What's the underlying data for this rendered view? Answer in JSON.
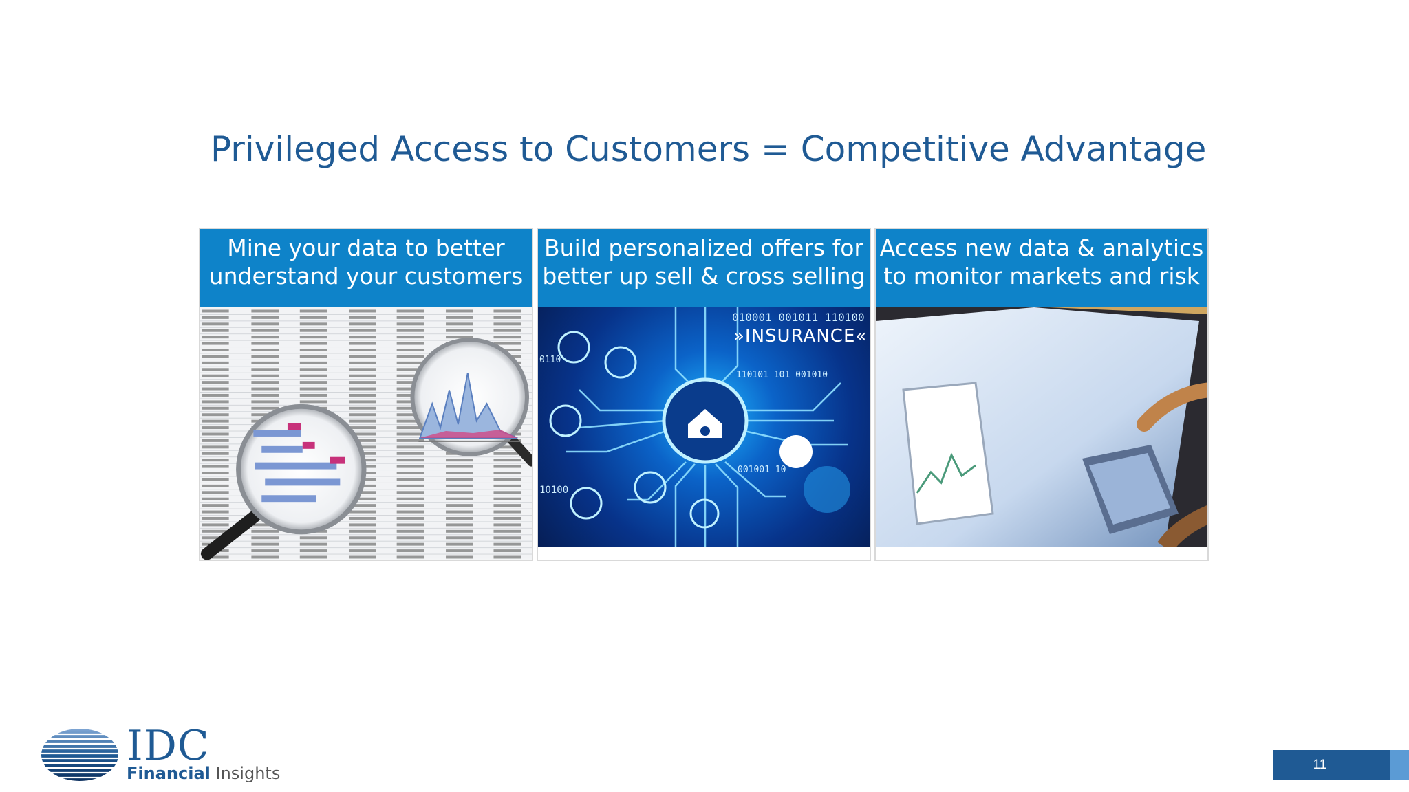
{
  "slide": {
    "title": "Privileged Access to Customers = Competitive Advantage",
    "page_number": "11"
  },
  "panels": [
    {
      "header": "Mine your data to better\nunderstand your customers",
      "image": "spreadsheet-magnifier-image"
    },
    {
      "header": "Build personalized offers for\nbetter up sell & cross selling",
      "image": "insurance-circuit-image",
      "image_text": {
        "binary_top": "010001 001011 110100",
        "label": "»INSURANCE«",
        "binary_mid": "110101 101 001010",
        "binary_left": "0110",
        "binary_bottom_left": "10100",
        "binary_bottom": "001001 10"
      }
    },
    {
      "header": "Access new data & analytics\nto monitor markets and risk",
      "image": "monitor-analytics-image"
    }
  ],
  "logo": {
    "brand": "IDC",
    "line_bold": "Financial",
    "line_regular": " Insights"
  },
  "colors": {
    "title": "#1f5a94",
    "header_bg": "#0e83c9",
    "page_bar": "#1f5a94"
  }
}
